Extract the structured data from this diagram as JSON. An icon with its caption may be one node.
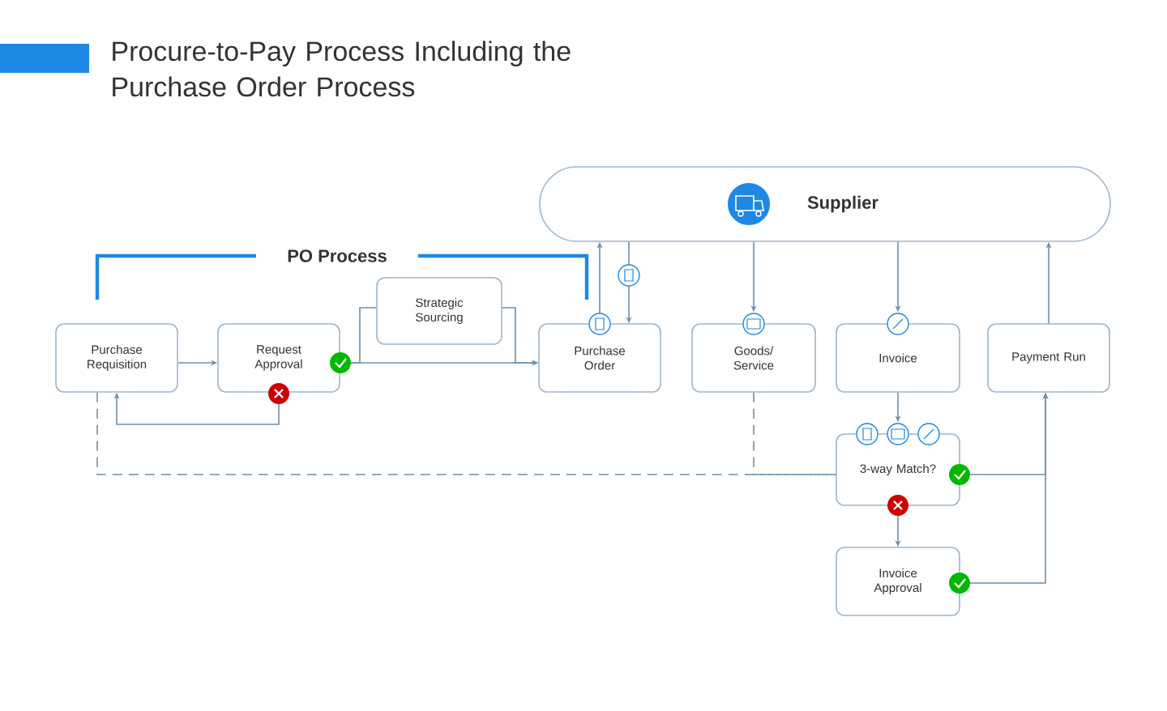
{
  "diagram": {
    "title": "Procure-to-Pay Process Including the Purchase Order Process",
    "nodes": [
      {
        "text": [
          "Supplier"
        ]
      },
      {
        "text": [
          "Purchase Requisition"
        ]
      },
      {
        "text": [
          "Request Approval"
        ]
      },
      {
        "text": [
          "Strategic Sourcing"
        ]
      },
      {
        "text": [
          "Purchase Order"
        ]
      },
      {
        "text": [
          "Goods/ Service"
        ]
      },
      {
        "text": [
          "Invoice"
        ]
      },
      {
        "text": [
          "Payment Run"
        ]
      },
      {
        "text": [
          "3-way Match?"
        ]
      },
      {
        "text": [
          "Invoice Approval"
        ]
      }
    ],
    "edges": [
      {
        "from": 1,
        "to": 2,
        "arrow": "to"
      },
      {
        "from": 2,
        "to": 3,
        "arrow": "none"
      },
      {
        "from": 3,
        "to": 4,
        "arrow": "to"
      },
      {
        "from": 2,
        "to": 4,
        "arrow": "to"
      },
      {
        "from": 2,
        "to": 1,
        "arrow": "to"
      },
      {
        "from": 4,
        "to": 0,
        "arrow": "to"
      },
      {
        "from": 0,
        "to": 4,
        "arrow": "to"
      },
      {
        "from": 0,
        "to": 5,
        "arrow": "to"
      },
      {
        "from": 0,
        "to": 6,
        "arrow": "to"
      },
      {
        "from": 7,
        "to": 0,
        "arrow": "to"
      },
      {
        "from": 6,
        "to": 8,
        "arrow": "to"
      },
      {
        "from": 8,
        "to": 7,
        "arrow": "to"
      },
      {
        "from": 8,
        "to": 9,
        "arrow": "to"
      },
      {
        "from": 9,
        "to": 7,
        "arrow": "to"
      },
      {
        "from": 1,
        "to": 8,
        "arrow": "none",
        "style": "dashed"
      },
      {
        "from": 5,
        "to": 8,
        "arrow": "none",
        "style": "dashed"
      }
    ],
    "labels": [
      "PO Process"
    ]
  }
}
